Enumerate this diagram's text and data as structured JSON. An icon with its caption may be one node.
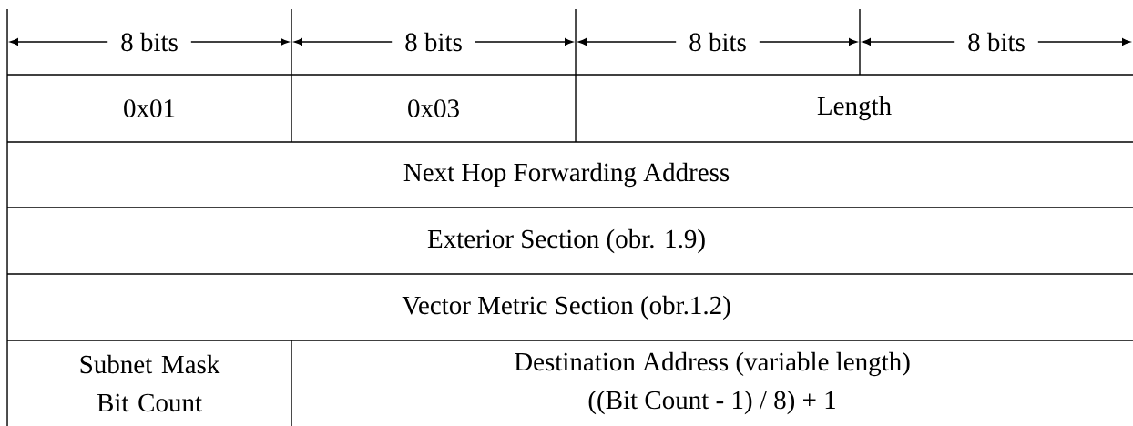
{
  "diagram": {
    "labels": [
      "8 bits",
      "8 bits",
      "8 bits",
      "8 bits",
      "0x01",
      "0x03",
      "Length",
      "Next Hop Forwarding Address",
      "Exterior Section (obr. 1.9)",
      "Vector Metric Section (obr.1.2)",
      "Subnet Mask Bit Count",
      "Destination Address (variable length)",
      "((Bit Count - 1) / 8) + 1"
    ]
  }
}
